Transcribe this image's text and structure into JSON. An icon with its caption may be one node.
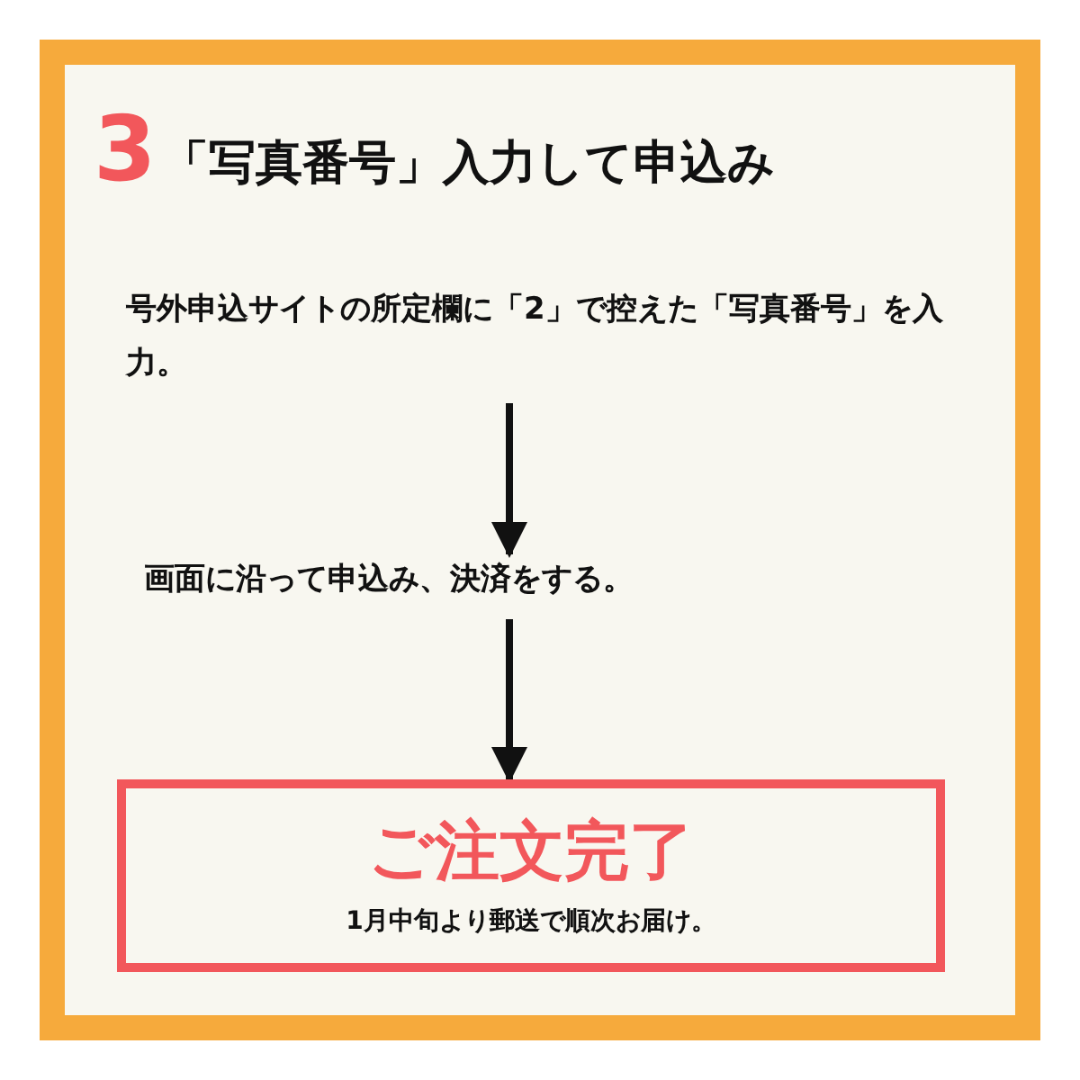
{
  "diagram": {
    "title": "「写真番号」入力して申込み",
    "nodes": [
      {
        "text": [
          "号外申込サイトの所定欄に「2」で控えた「写真番号」を入力。"
        ]
      },
      {
        "text": [
          "画面に沿って申込み、決済をする。"
        ]
      },
      {
        "text": [
          "ご注文完了",
          "1月中旬より郵送で順次お届け。"
        ]
      }
    ],
    "edges": [
      {
        "from": 0,
        "to": 1,
        "arrow": "to"
      },
      {
        "from": 1,
        "to": 2,
        "arrow": "to"
      }
    ],
    "labels": [
      "3"
    ]
  }
}
